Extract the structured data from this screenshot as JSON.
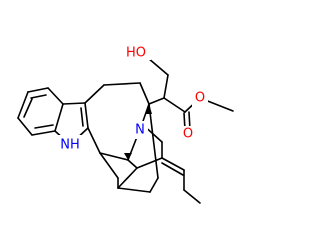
{
  "molecule": {
    "atoms": {
      "hydroxyl": "HO",
      "ester_carbonyl_oxygen": "O",
      "ester_ether_oxygen": "O",
      "bridge_nitrogen": "N",
      "indole_nitrogen": "NH"
    },
    "colors": {
      "bond": "#000000",
      "oxygen": "#ff0000",
      "nitrogen": "#0000ff",
      "background": "#ffffff"
    }
  }
}
